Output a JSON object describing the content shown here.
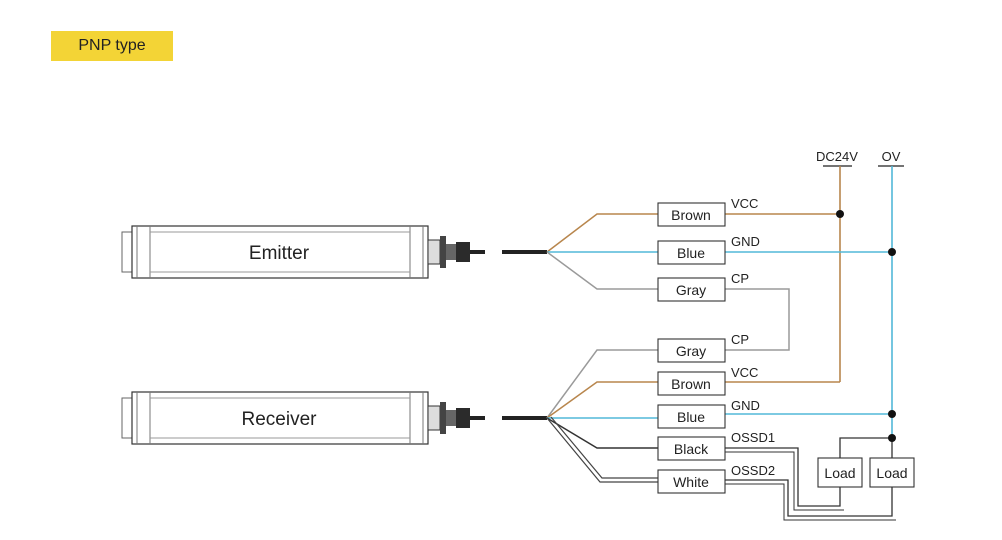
{
  "title": "PNP type",
  "devices": {
    "emitter": "Emitter",
    "receiver": "Receiver"
  },
  "supply": {
    "positive": "DC24V",
    "negative": "OV"
  },
  "emitter_wires": [
    {
      "color_name": "Brown",
      "signal": "VCC",
      "line_color": "#b8864d"
    },
    {
      "color_name": "Blue",
      "signal": "GND",
      "line_color": "#52b8d8"
    },
    {
      "color_name": "Gray",
      "signal": "CP",
      "line_color": "#9a9a9a"
    }
  ],
  "receiver_wires": [
    {
      "color_name": "Gray",
      "signal": "CP",
      "line_color": "#9a9a9a"
    },
    {
      "color_name": "Brown",
      "signal": "VCC",
      "line_color": "#b8864d"
    },
    {
      "color_name": "Blue",
      "signal": "GND",
      "line_color": "#52b8d8"
    },
    {
      "color_name": "Black",
      "signal": "OSSD1",
      "line_color": "#333333"
    },
    {
      "color_name": "White",
      "signal": "OSSD2",
      "line_color": "#555555"
    }
  ],
  "loads": [
    "Load",
    "Load"
  ]
}
